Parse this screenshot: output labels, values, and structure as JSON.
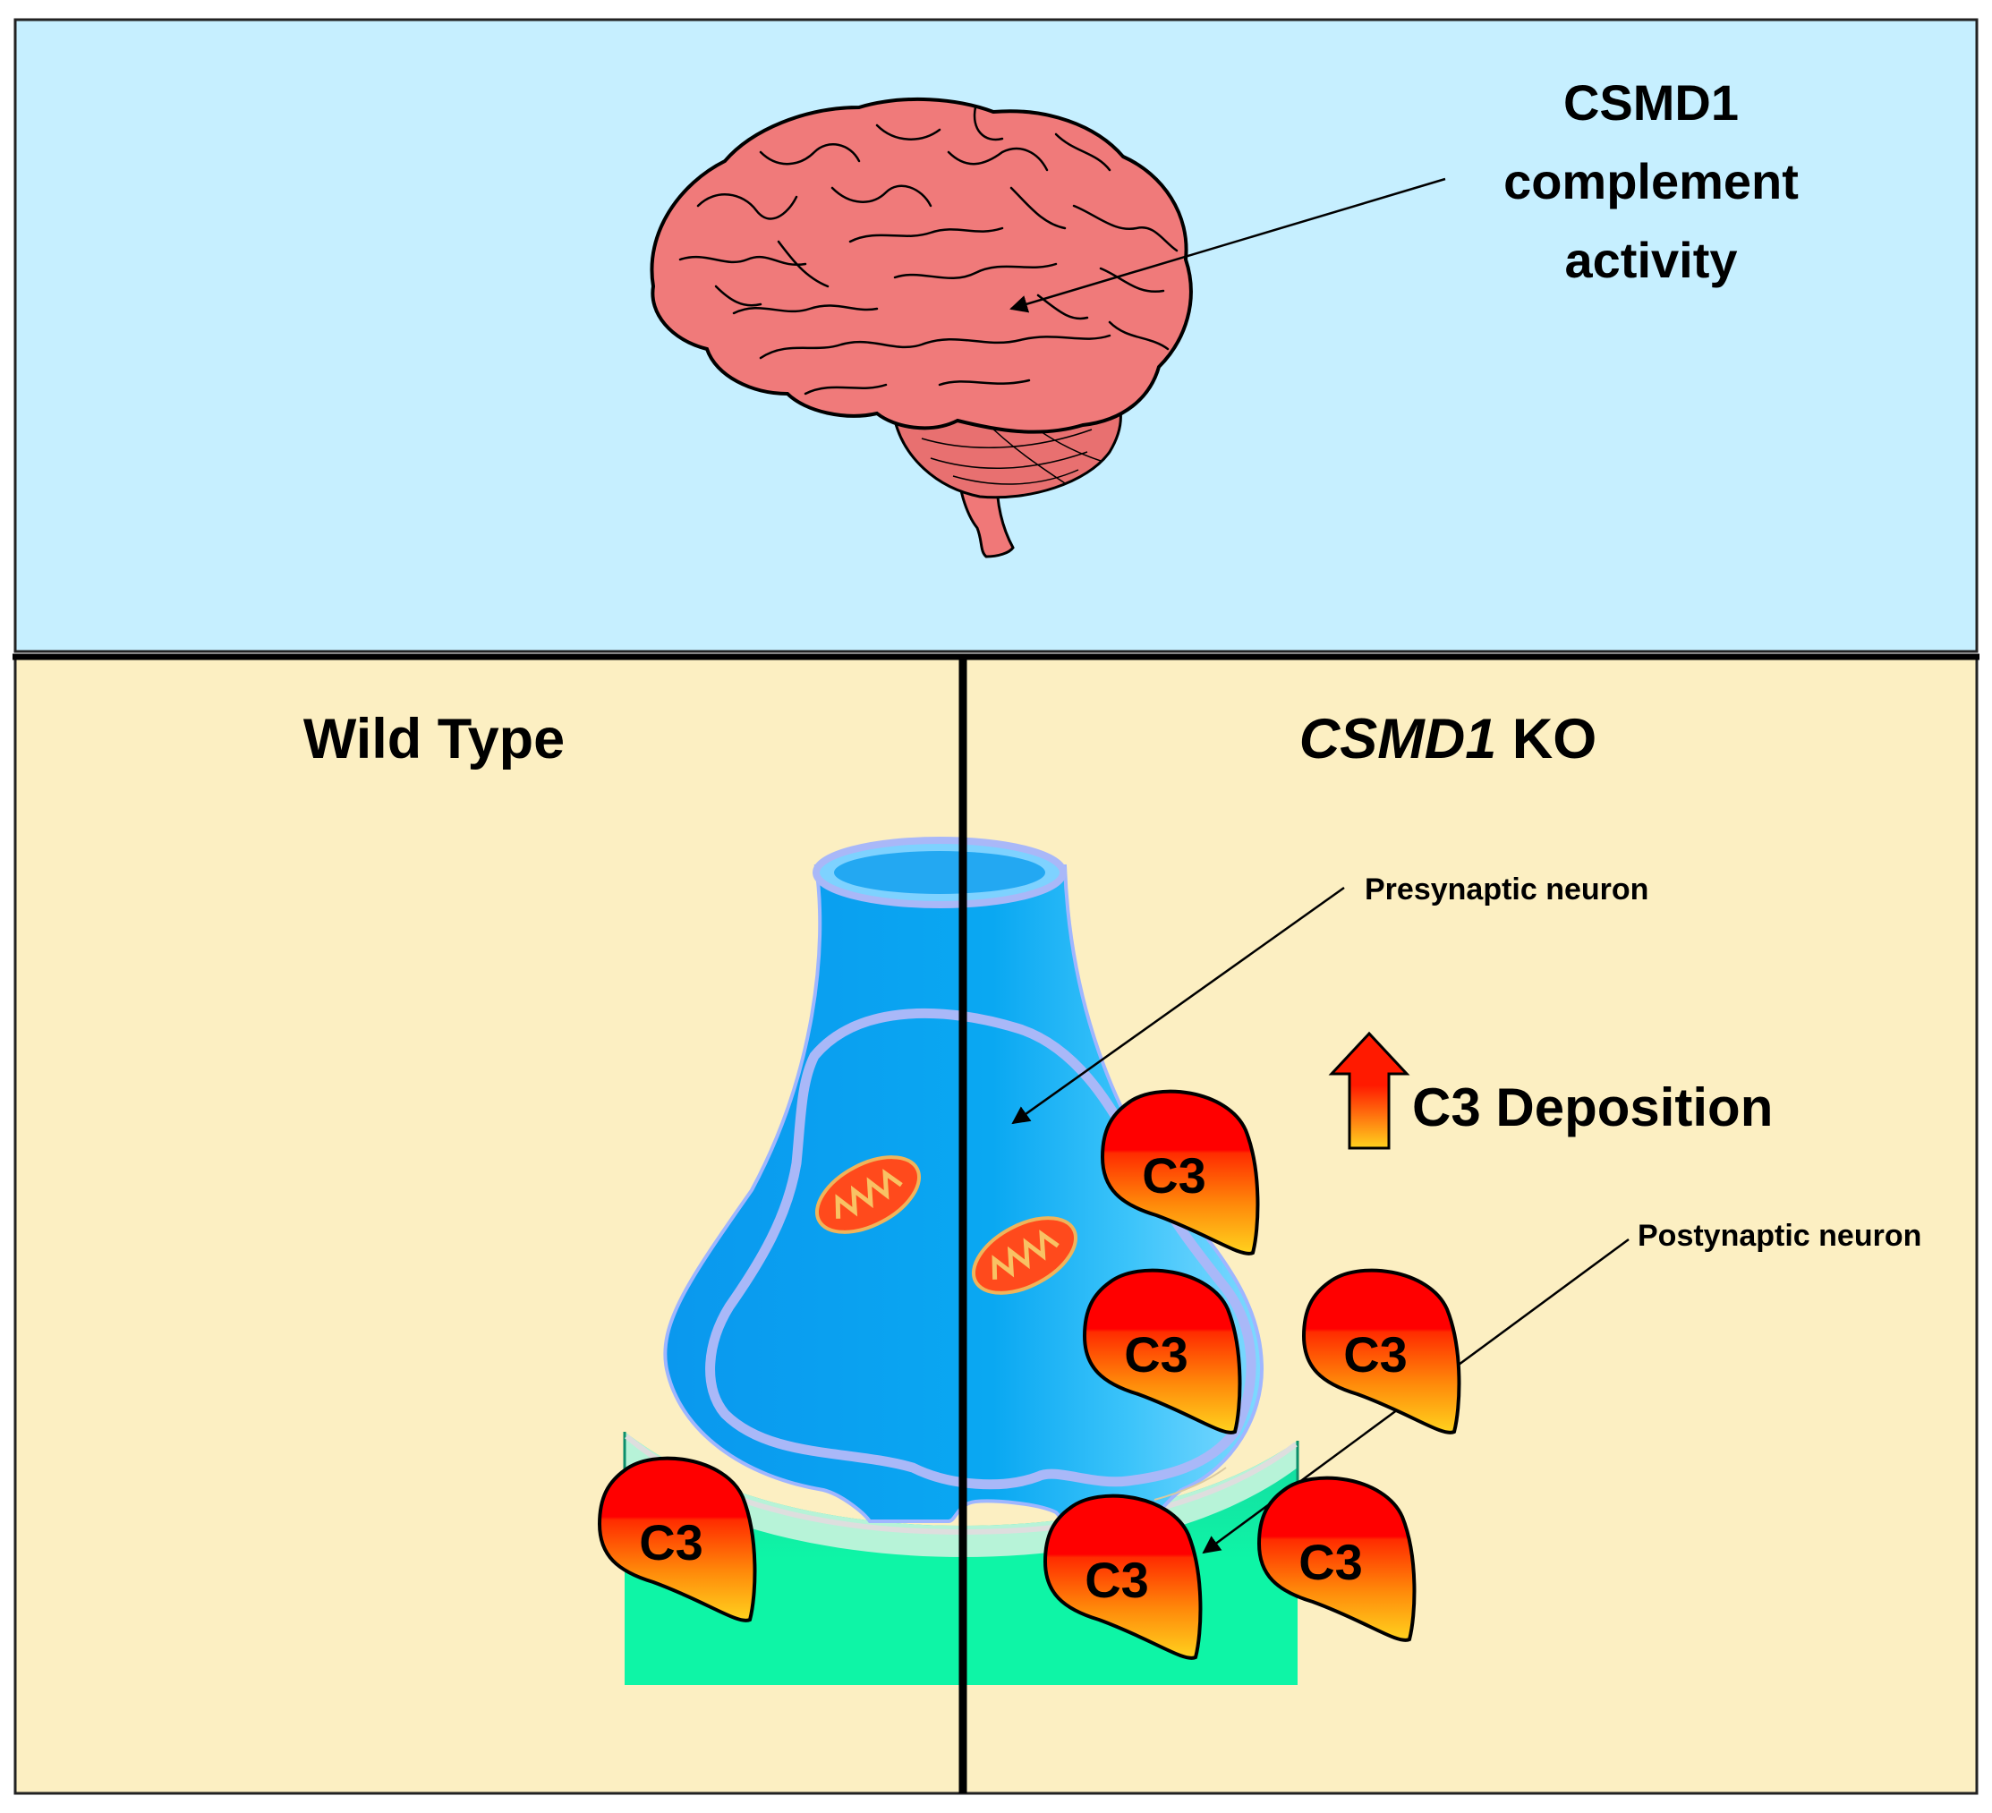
{
  "top_panel": {
    "background": "#c6efff",
    "label_lines": [
      "CSMD1",
      "complement",
      "activity"
    ]
  },
  "bottom_panel": {
    "background": "#fcefc2",
    "wild_type_title": "Wild Type",
    "ko_title_gene": "CSMD1",
    "ko_title_suffix": " KO",
    "presynaptic_label": "Presynaptic neuron",
    "postsynaptic_label": "Postynaptic neuron",
    "deposition_label": "C3 Deposition",
    "complement_label": "C3",
    "colors": {
      "presynaptic_blue": "#0aa3f0",
      "postsynaptic_green": "#14f0a8",
      "c3_top": "#ff0000",
      "c3_bottom": "#ffd21e",
      "brain_fill": "#f07878"
    }
  }
}
